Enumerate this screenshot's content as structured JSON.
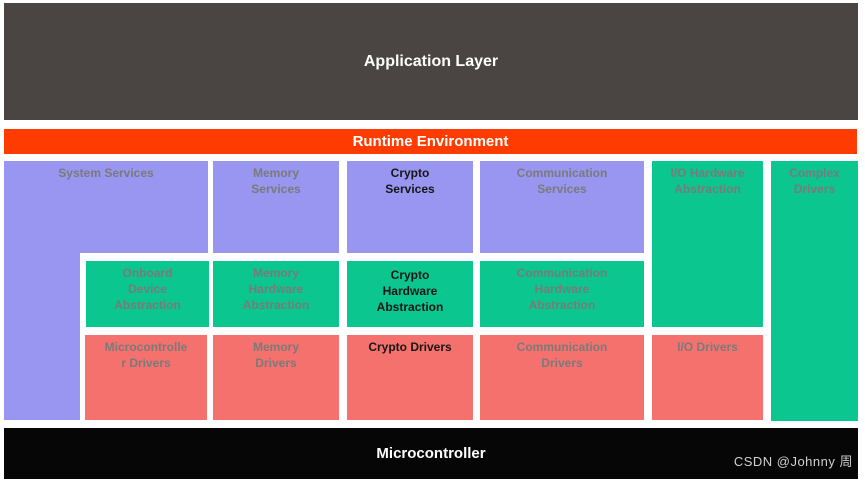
{
  "layers": {
    "application": {
      "label": "Application Layer"
    },
    "runtime": {
      "label": "Runtime Environment"
    },
    "microcontroller": {
      "label": "Microcontroller"
    }
  },
  "blocks": {
    "system_services": {
      "label": "System Services"
    },
    "memory_services": {
      "label": "Memory\nServices"
    },
    "crypto_services": {
      "label": "Crypto\nServices"
    },
    "communication_services": {
      "label": "Communication\nServices"
    },
    "io_hardware_abstraction": {
      "label": "I/O Hardware\nAbstraction"
    },
    "complex_drivers": {
      "label": "Complex\nDrivers"
    },
    "onboard_device_abstraction": {
      "label": "Onboard\nDevice\nAbstraction"
    },
    "memory_hardware_abstraction": {
      "label": "Memory\nHardware\nAbstraction"
    },
    "crypto_hardware_abstraction": {
      "label": "Crypto\nHardware\nAbstraction"
    },
    "communication_hardware_abstraction": {
      "label": "Communication\nHardware\nAbstraction"
    },
    "microcontroller_drivers": {
      "label": "Microcontrolle\nr Drivers"
    },
    "memory_drivers": {
      "label": "Memory\nDrivers"
    },
    "crypto_drivers": {
      "label": "Crypto Drivers"
    },
    "communication_drivers": {
      "label": "Communication\nDrivers"
    },
    "io_drivers": {
      "label": "I/O Drivers"
    }
  },
  "watermark": "CSDN @Johnny 周",
  "palette": {
    "application_bar": "#4a4543",
    "runtime_bar": "#fe3b01",
    "services_purple": "#9896f0",
    "hardware_abstraction_green": "#0bc68f",
    "drivers_red": "#f5716e",
    "microcontroller_bar": "#060606",
    "label_gray": "#7a7a7a",
    "label_black": "#161616",
    "background": "#ffffff"
  }
}
